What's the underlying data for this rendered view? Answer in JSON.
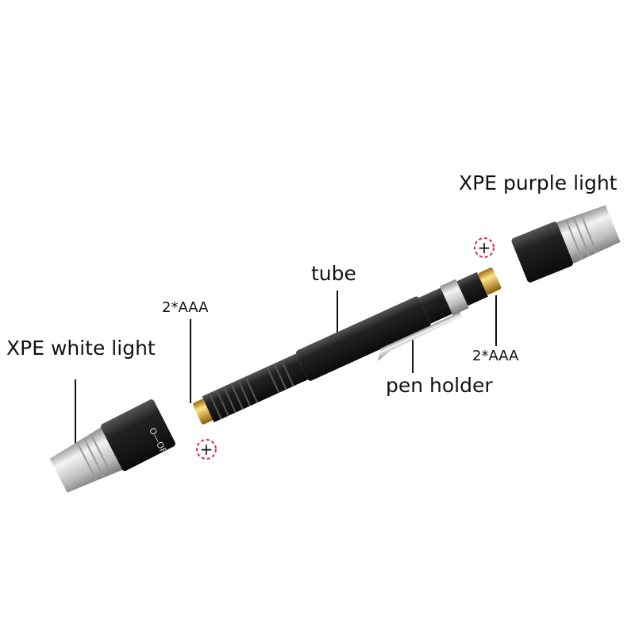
{
  "labels": {
    "purple_light": "XPE purple light",
    "white_light": "XPE white light",
    "tube": "tube",
    "battery_left": "2*AAA",
    "battery_right": "2*AAA",
    "pen_holder": "pen holder",
    "switch_marking": "O—OFF",
    "plus_left": "+",
    "plus_right": "+"
  },
  "colors": {
    "body": "#1c1c1c",
    "silver": "#c9c9c9",
    "brass": "#d9a521",
    "plus_ring": "#d9303a"
  }
}
